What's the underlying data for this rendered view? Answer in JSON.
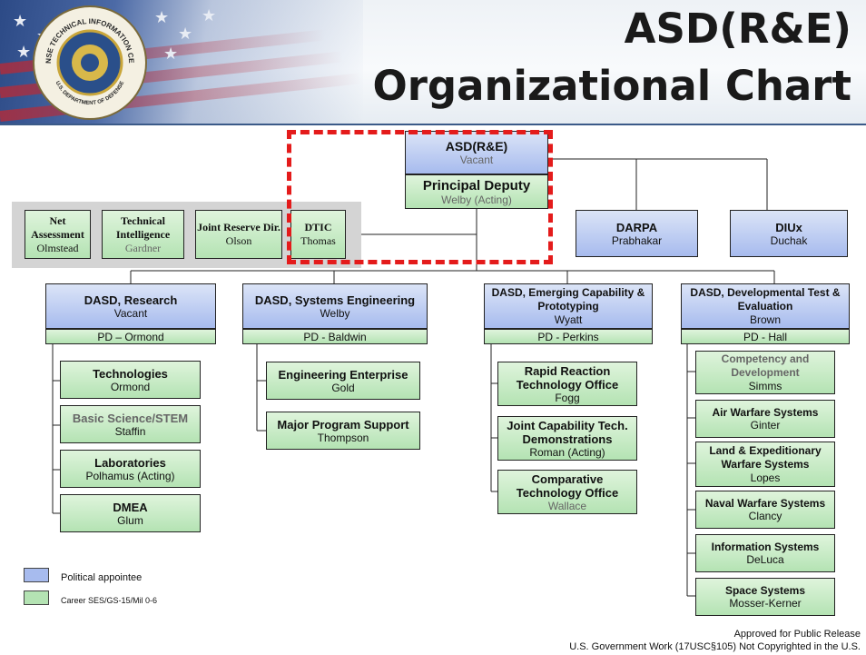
{
  "title": {
    "line1": "ASD(R&E)",
    "line2": "Organizational Chart"
  },
  "seal": {
    "ring_top": "DEFENSE TECHNICAL INFORMATION CENTER",
    "ring_bottom": "U.S. DEPARTMENT OF DEFENSE"
  },
  "top": {
    "asd_title": "ASD(R&E)",
    "asd_name": "Vacant",
    "pd_title": "Principal Deputy",
    "pd_name": "Welby (Acting)"
  },
  "staff": [
    {
      "title": "Net Assessment",
      "name": "Olmstead"
    },
    {
      "title": "Technical Intelligence",
      "name": "Gardner"
    },
    {
      "title": "Joint Reserve Dir.",
      "name": "Olson"
    },
    {
      "title": "DTIC",
      "name": "Thomas"
    }
  ],
  "agencies": [
    {
      "title": "DARPA",
      "name": "Prabhakar"
    },
    {
      "title": "DIUx",
      "name": "Duchak"
    }
  ],
  "columns": [
    {
      "title": "DASD, Research",
      "name": "Vacant",
      "pd": "PD – Ormond",
      "offices": [
        {
          "title": "Technologies",
          "name": "Ormond"
        },
        {
          "title": "Basic Science/STEM",
          "name": "Staffin"
        },
        {
          "title": "Laboratories",
          "name": "Polhamus (Acting)"
        },
        {
          "title": "DMEA",
          "name": "Glum"
        }
      ]
    },
    {
      "title": "DASD, Systems Engineering",
      "name": "Welby",
      "pd": "PD - Baldwin",
      "offices": [
        {
          "title": "Engineering Enterprise",
          "name": "Gold"
        },
        {
          "title": "Major Program Support",
          "name": "Thompson"
        }
      ]
    },
    {
      "title": "DASD, Emerging Capability & Prototyping",
      "name": "Wyatt",
      "pd": "PD - Perkins",
      "offices": [
        {
          "title": "Rapid Reaction Technology Office",
          "name": "Fogg"
        },
        {
          "title": "Joint Capability Tech. Demonstrations",
          "name": "Roman (Acting)"
        },
        {
          "title": "Comparative Technology Office",
          "name": "Wallace"
        }
      ]
    },
    {
      "title": "DASD, Developmental Test & Evaluation",
      "name": "Brown",
      "pd": "PD - Hall",
      "offices": [
        {
          "title": "Competency and Development",
          "name": "Simms"
        },
        {
          "title": "Air Warfare Systems",
          "name": "Ginter"
        },
        {
          "title": "Land & Expeditionary Warfare Systems",
          "name": "Lopes"
        },
        {
          "title": "Naval Warfare Systems",
          "name": "Clancy"
        },
        {
          "title": "Information Systems",
          "name": "DeLuca"
        },
        {
          "title": "Space Systems",
          "name": "Mosser-Kerner"
        }
      ]
    }
  ],
  "legend": {
    "political": "Political appointee",
    "career": "Career  SES/GS-15/Mil  0-6",
    "political_color": "#a7bbee",
    "career_color": "#b4e3b3"
  },
  "footer": {
    "line1": "Approved for Public Release",
    "line2": "U.S. Government Work (17USC§105) Not Copyrighted in the U.S."
  },
  "colors": {
    "highlight_dash": "#e41b1b",
    "header_rule": "#3b5a88"
  }
}
